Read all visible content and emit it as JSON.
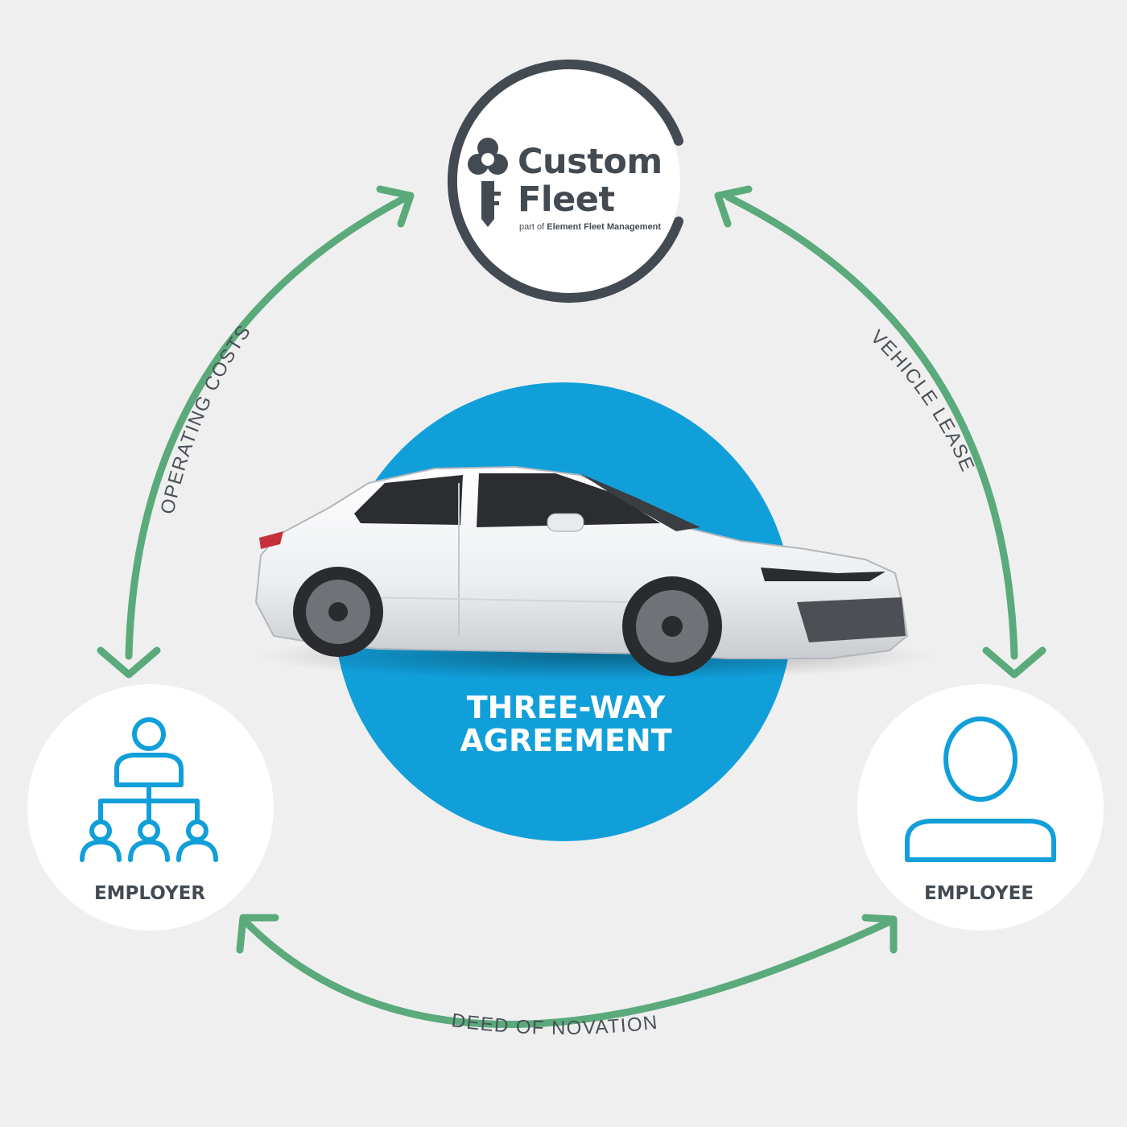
{
  "brand": {
    "name_line1": "Custom",
    "name_line2": "Fleet",
    "tagline_prefix": "part of",
    "tagline_company": "Element Fleet Management"
  },
  "center": {
    "line1": "THREE-WAY",
    "line2": "AGREEMENT"
  },
  "parties": {
    "employer": "EMPLOYER",
    "employee": "EMPLOYEE"
  },
  "relations": {
    "operating_costs": "OPERATING COSTS",
    "vehicle_lease": "VEHICLE LEASE",
    "deed_of_novation": "DEED OF NOVATION"
  },
  "icons": {
    "employer": "org-chart-icon",
    "employee": "person-icon",
    "brand": "key-logo-icon",
    "vehicle": "car-illustration"
  },
  "colors": {
    "background": "#efefef",
    "arrow_green": "#5aaa7b",
    "accent_blue": "#119fda",
    "dark_gray": "#434a52",
    "white": "#ffffff"
  }
}
